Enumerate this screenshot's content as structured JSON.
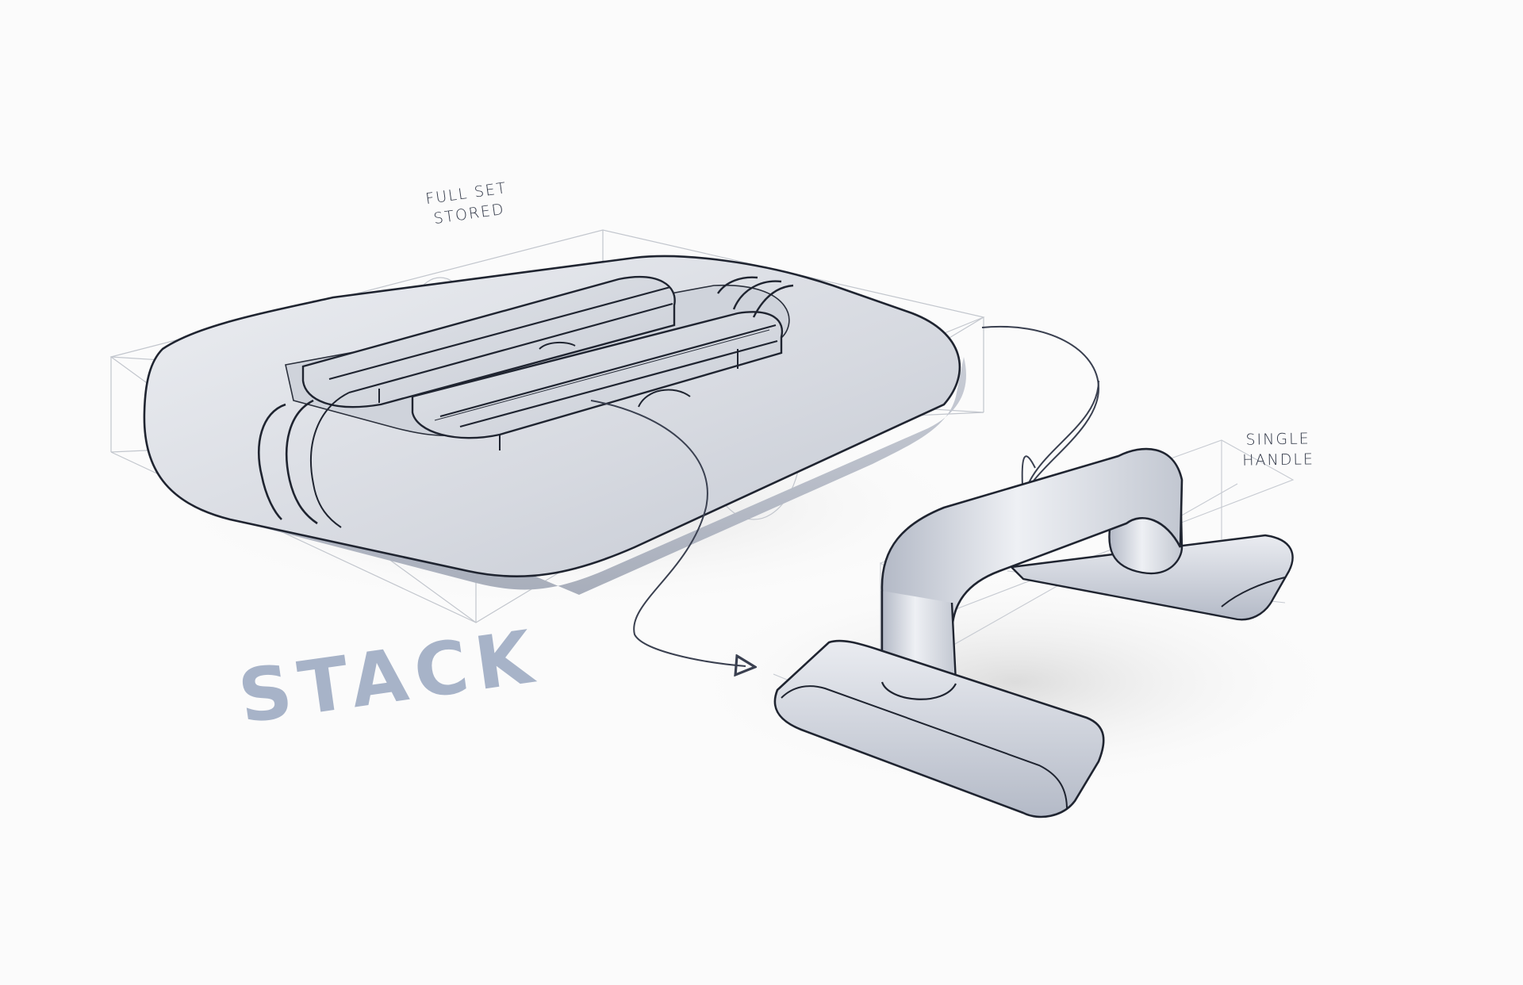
{
  "sketch": {
    "title": "STACK",
    "annotations": {
      "stored_line1": "FULL SET",
      "stored_line2": "STORED",
      "stored": "FULL SET\nSTORED",
      "handle": "SINGLE\nHANDLE"
    },
    "objects": [
      {
        "name": "storage-tray",
        "description": "Rounded rectangular tray holding two stacked handles and two end grips"
      },
      {
        "name": "single-handle",
        "description": "Single push-up handle: arched tubular grip on two flat rounded feet"
      }
    ],
    "arrows": [
      {
        "name": "arrow-tray-to-handle-top",
        "from": "tray right side",
        "to": "handle top"
      },
      {
        "name": "arrow-tray-to-handle-base",
        "from": "tray center",
        "to": "handle front foot"
      }
    ],
    "colors": {
      "background": "#fbfbfb",
      "body_fill_light": "#e9ebef",
      "body_fill_dark": "#b9bec9",
      "outline": "#1f2430",
      "construction_lines": "#b8bcc4",
      "stack_text": "#a7b3c8",
      "annotation_text": "#2e3545"
    }
  }
}
